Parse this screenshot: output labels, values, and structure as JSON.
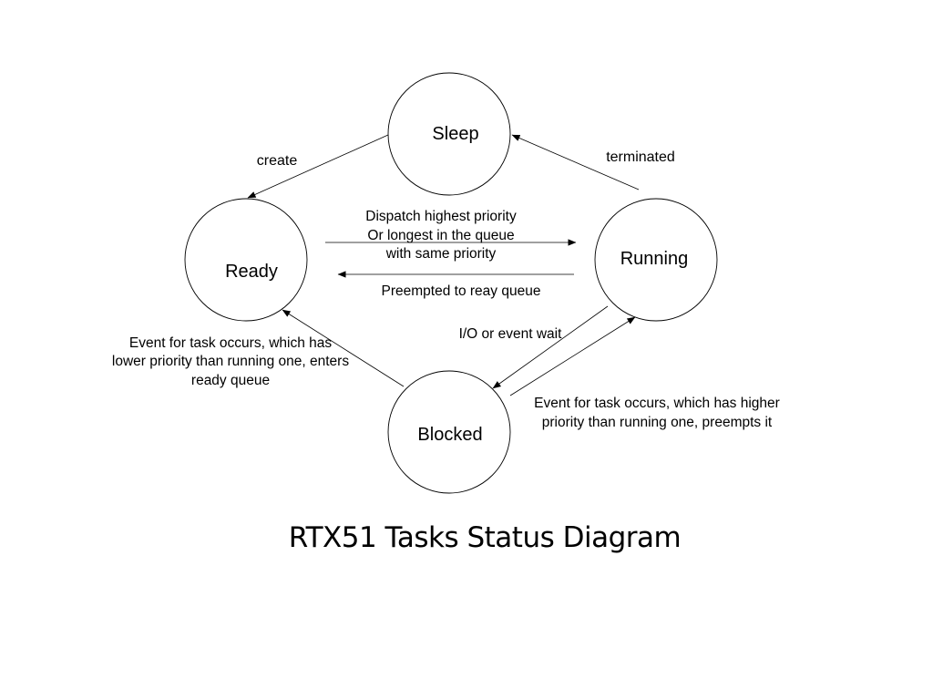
{
  "title": "RTX51 Tasks Status Diagram",
  "states": {
    "sleep": "Sleep",
    "ready": "Ready",
    "running": "Running",
    "blocked": "Blocked"
  },
  "transitions": {
    "create": "create",
    "terminated": "terminated",
    "dispatch": [
      "Dispatch highest priority",
      "Or longest in the queue",
      "with same priority"
    ],
    "preempted": "Preempted to reay queue",
    "io_wait": "I/O or event wait",
    "event_lower": [
      "Event for task occurs, which has",
      "lower priority than running one,  enters",
      "ready queue"
    ],
    "event_higher": [
      "Event for task occurs, which has higher",
      "priority than running one,  preempts it"
    ]
  }
}
